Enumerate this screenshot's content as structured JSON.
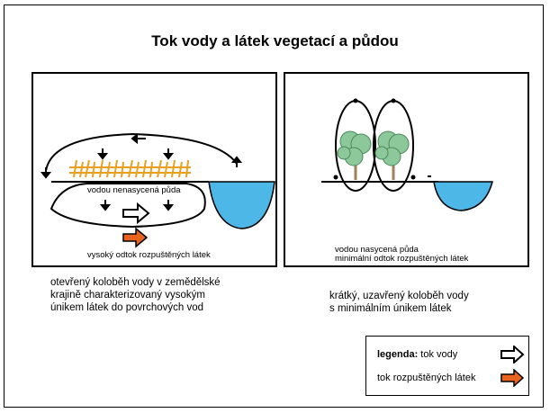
{
  "title": "Tok vody a látek vegetací a půdou",
  "left_panel": {
    "soil_label": "vodou nenasycená půda",
    "bottom_label": "vysoký odtok rozpuštěných látek"
  },
  "right_panel": {
    "label_line1": "vodou nasycená půda",
    "label_line2": "minimální odtok rozpuštěných látek"
  },
  "left_caption": {
    "line1": "otevřený koloběh vody v zemědělské",
    "line2": "krajině charakterizovaný vysokým",
    "line3": "únikem látek do povrchových vod"
  },
  "right_caption": {
    "line1": "krátký, uzavřený koloběh vody",
    "line2": "s minimálním únikem látek"
  },
  "legend": {
    "title": "legenda:",
    "water_flow": "tok vody",
    "solute_flow": "tok rozpuštěných látek"
  },
  "colors": {
    "water": "#4db8e8",
    "solute_arrow": "#e8641e",
    "crops": "#e8a020",
    "tree_green": "#8cc89a"
  }
}
